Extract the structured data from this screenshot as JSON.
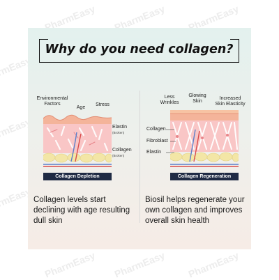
{
  "watermark": "PharmEasy",
  "title": "Why do you need collagen?",
  "left_diagram": {
    "labels": {
      "environmental": "Environmental\nFactors",
      "age": "Age",
      "stress": "Stress",
      "elastin": "Elastin",
      "elastin_sub": "(Broken)",
      "collagen": "Collagen",
      "collagen_sub": "(Broken)"
    },
    "banner": "Collagen Depletion",
    "description": "Collagen levels start declining with age resulting dull skin"
  },
  "right_diagram": {
    "labels": {
      "less_wrinkles": "Less\nWrinkles",
      "glowing_skin": "Glowing\nSkin",
      "increased_elasticity": "Increased\nSkin Elasticity",
      "collagen": "Collagen",
      "fibroblast": "Fibroblast",
      "elastin": "Elastin"
    },
    "banner": "Collagen Regeneration",
    "description": "Biosil helps regenerate your own collagen and improves overall skin health"
  },
  "colors": {
    "banner_bg": "#1f2a44",
    "skin_top": "#f4b49a",
    "dermis": "#f9c6c6",
    "fat": "#f3e6a6"
  }
}
